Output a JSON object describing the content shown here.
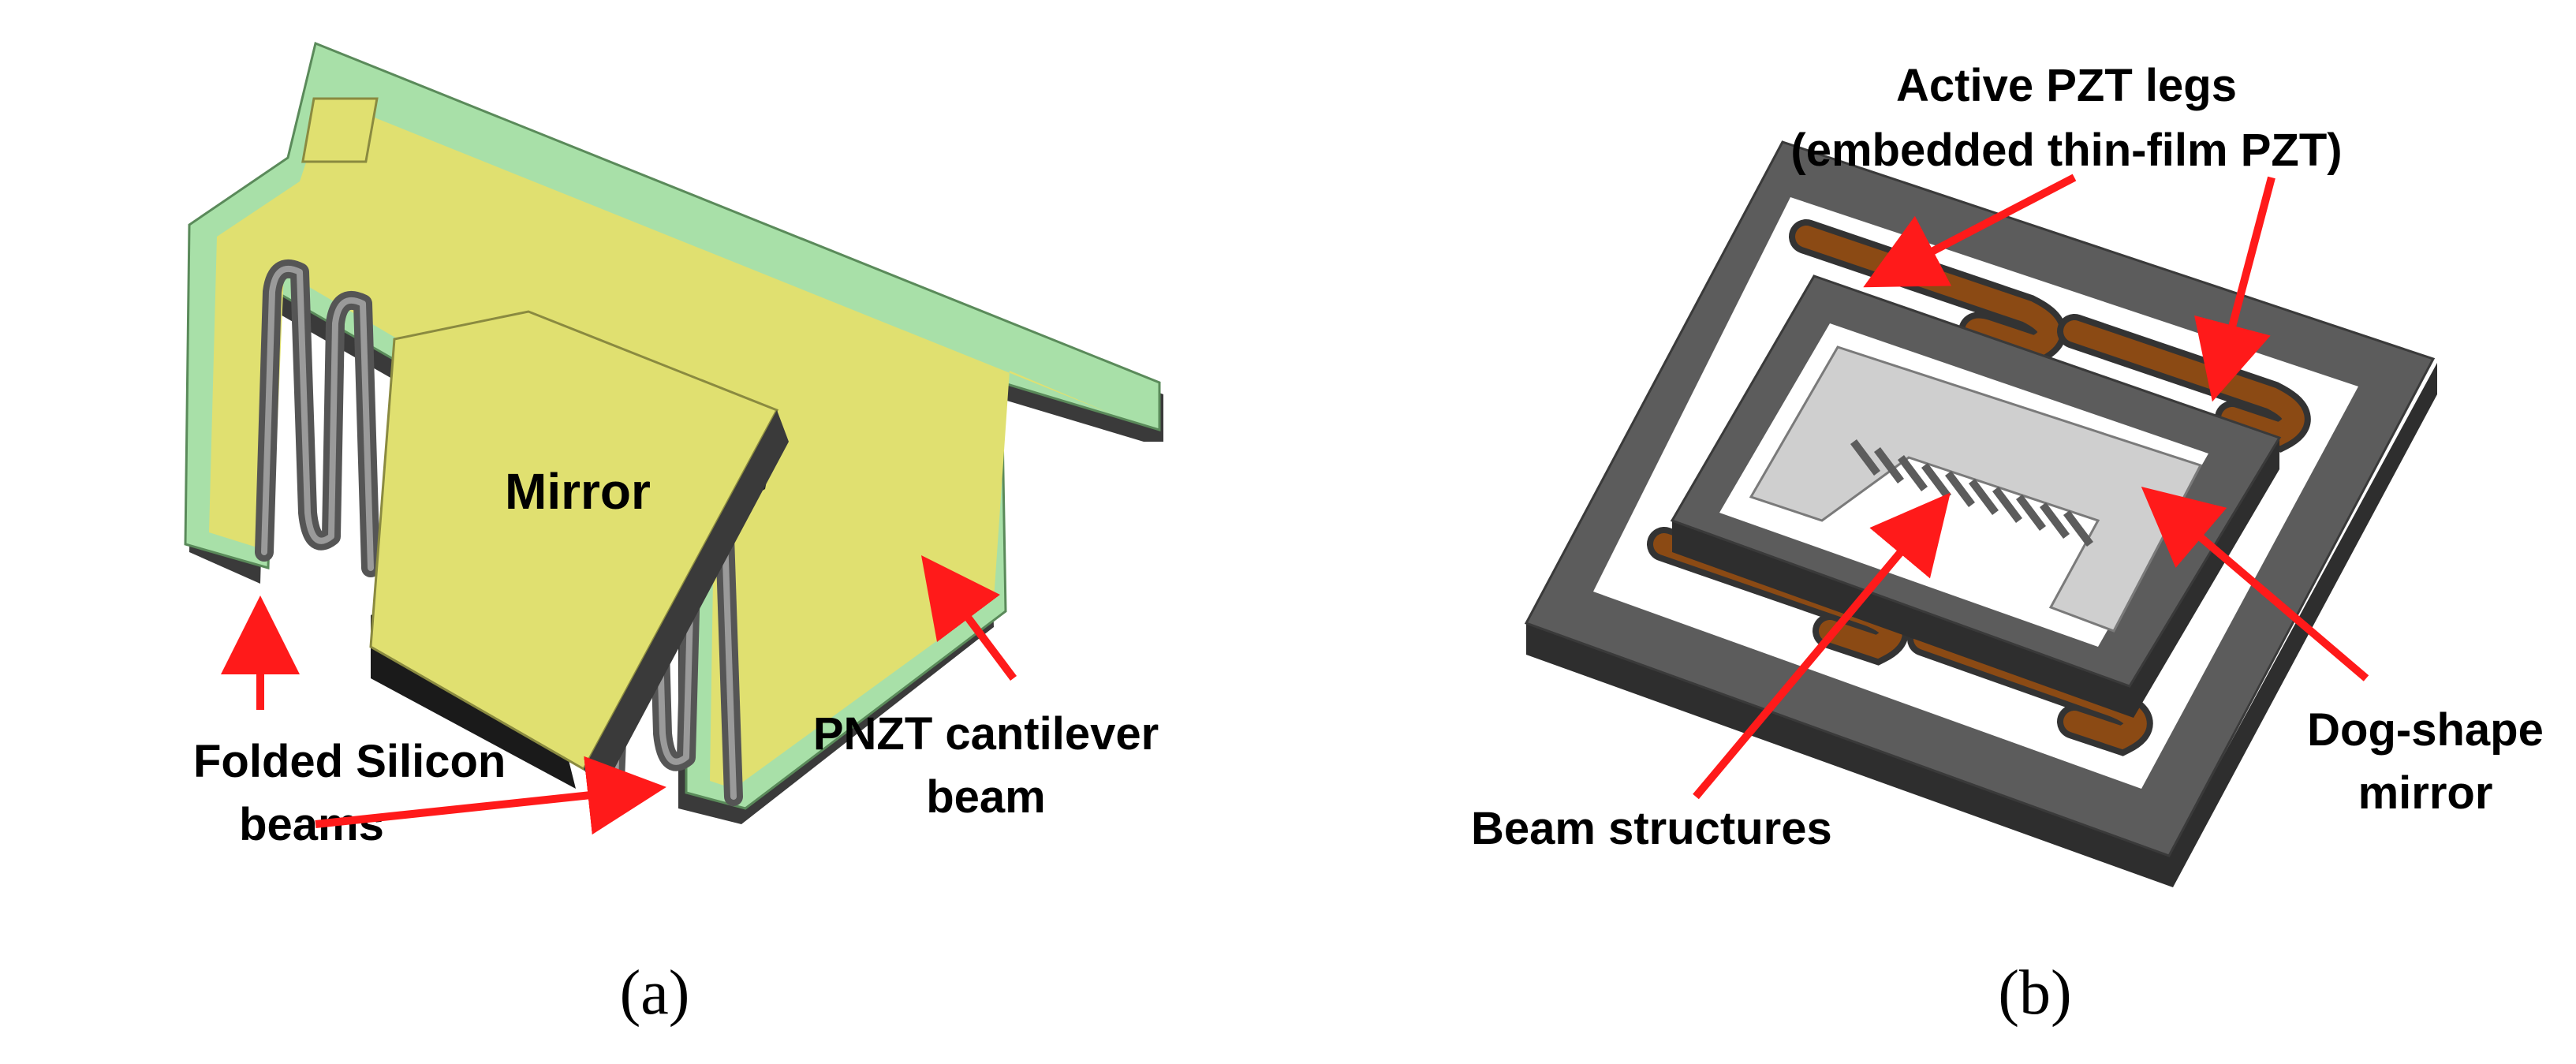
{
  "panel_a": {
    "mirror_label": "Mirror",
    "folded_beams_label": [
      "Folded Silicon",
      "beams"
    ],
    "cantilever_label": [
      "PNZT cantilever",
      "beam"
    ],
    "caption": "(a)"
  },
  "panel_b": {
    "pzt_legs_label": [
      "Active PZT legs",
      "(embedded thin-film PZT)"
    ],
    "dog_mirror_label": [
      "Dog-shape",
      "mirror"
    ],
    "beam_structures_label": "Beam structures",
    "caption": "(b)"
  },
  "colors": {
    "substrate_green": "#a8e0a8",
    "electrode_yellow": "#e0e070",
    "silicon_gray": "#6e6e6e",
    "frame_dark": "#5c5c5c",
    "mirror_light": "#cfcfcf",
    "pzt_brown": "#8b4a14",
    "arrow_red": "#ff1a1a"
  }
}
